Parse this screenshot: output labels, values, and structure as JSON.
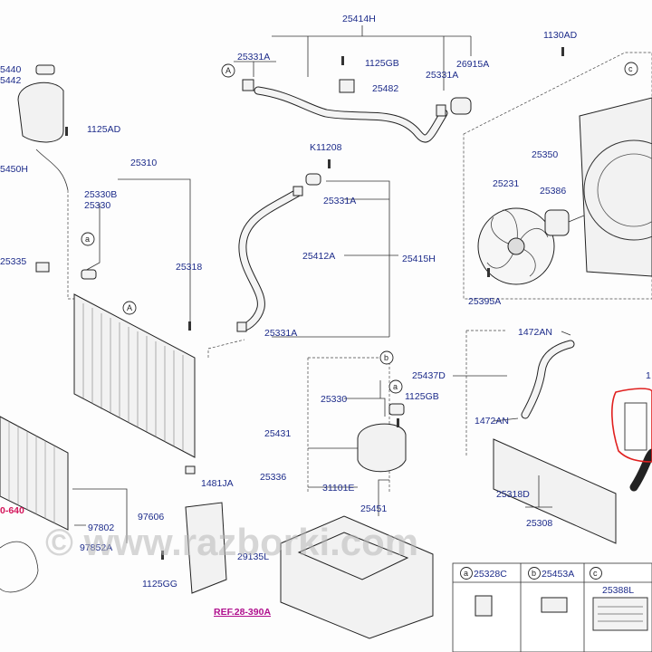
{
  "labels": {
    "l25414H": "25414H",
    "l1130AD": "1130AD",
    "l25440": "5440",
    "l25442": "5442",
    "l1125AD": "1125AD",
    "l25450H": "5450H",
    "l25331A_a": "25331A",
    "l1125GB_a": "1125GB",
    "l25482": "25482",
    "l26915A": "26915A",
    "l25331A_b": "25331A",
    "l25310": "25310",
    "l25330B": "25330B",
    "l25330_a": "25330",
    "lK11208": "K11208",
    "l25331A_c": "25331A",
    "l25350": "25350",
    "l25231": "25231",
    "l25386": "25386",
    "l25335": "25335",
    "l25318": "25318",
    "l25412A": "25412A",
    "l25415H": "25415H",
    "l25395A": "25395A",
    "l25331A_d": "25331A",
    "l1472AN_a": "1472AN",
    "l25437D": "25437D",
    "l25330_b": "25330",
    "l1125GB_b": "1125GB",
    "l1472AN_b": "1472AN",
    "l25431": "25431",
    "l1481JA": "1481JA",
    "l25336": "25336",
    "l31101E": "31101E",
    "l25451": "25451",
    "l25318D": "25318D",
    "l25308": "25308",
    "l97606": "97606",
    "l97802": "97802",
    "l97852A": "97852A",
    "l29135L": "29135L",
    "l1125GG": "1125GG",
    "lRef": "REF.28-390A",
    "lRed": "0-640",
    "l25328C": "25328C",
    "l25453A": "25453A",
    "l25388L": "25388L",
    "lEdge1": "1"
  },
  "circles": {
    "A1": "A",
    "A2": "A",
    "a1": "a",
    "a2": "a",
    "b1": "b",
    "c1": "c",
    "ta": "a",
    "tb": "b",
    "tc": "c"
  },
  "watermark": "© www.razborki.com"
}
